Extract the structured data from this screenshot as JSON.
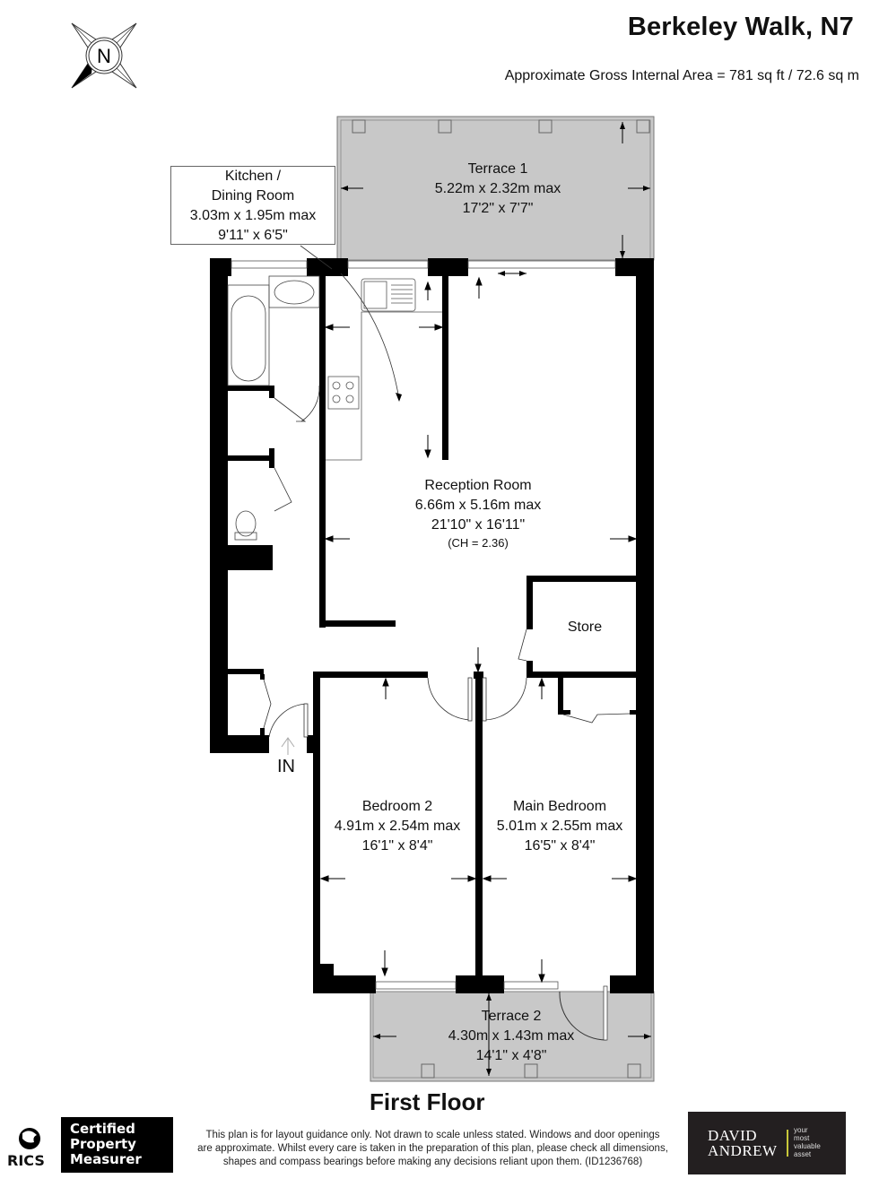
{
  "header": {
    "title": "Berkeley Walk, N7",
    "area": "Approximate Gross Internal Area = 781 sq ft / 72.6 sq m",
    "compass_label": "N"
  },
  "rooms": {
    "terrace1": {
      "name": "Terrace 1",
      "metric": "5.22m x 2.32m max",
      "imperial": "17'2\" x 7'7\""
    },
    "kitchen": {
      "name_line1": "Kitchen /",
      "name_line2": "Dining Room",
      "metric": "3.03m x 1.95m max",
      "imperial": "9'11\" x 6'5\""
    },
    "reception": {
      "name": "Reception Room",
      "metric": "6.66m x 5.16m max",
      "imperial": "21'10\" x 16'11\"",
      "ceiling": "(CH = 2.36)"
    },
    "store": {
      "name": "Store"
    },
    "bedroom2": {
      "name": "Bedroom 2",
      "metric": "4.91m x 2.54m max",
      "imperial": "16'1\" x 8'4\""
    },
    "main_bedroom": {
      "name": "Main Bedroom",
      "metric": "5.01m x 2.55m max",
      "imperial": "16'5\" x 8'4\""
    },
    "terrace2": {
      "name": "Terrace 2",
      "metric": "4.30m x 1.43m max",
      "imperial": "14'1\" x 4'8\""
    }
  },
  "entrance_label": "IN",
  "floor_name": "First Floor",
  "footer": {
    "rics": "RICS",
    "certified_line1": "Certified",
    "certified_line2": "Property",
    "certified_line3": "Measurer",
    "disclaimer_line1": "This plan is for layout guidance only. Not drawn to scale unless stated. Windows and door openings",
    "disclaimer_line2": "are approximate. Whilst every care is taken in the preparation of this plan, please check all dimensions,",
    "disclaimer_line3": "shapes and compass bearings before making any decisions reliant upon them. (ID1236768)",
    "agent_line1": "DAVID",
    "agent_line2": "ANDREW",
    "tagline1": "your",
    "tagline2": "most",
    "tagline3": "valuable",
    "tagline4": "asset"
  },
  "colors": {
    "wall": "#000000",
    "terrace_fill": "#c8c8c8",
    "agent_bg": "#231f20",
    "agent_accent": "#c8c83a"
  }
}
